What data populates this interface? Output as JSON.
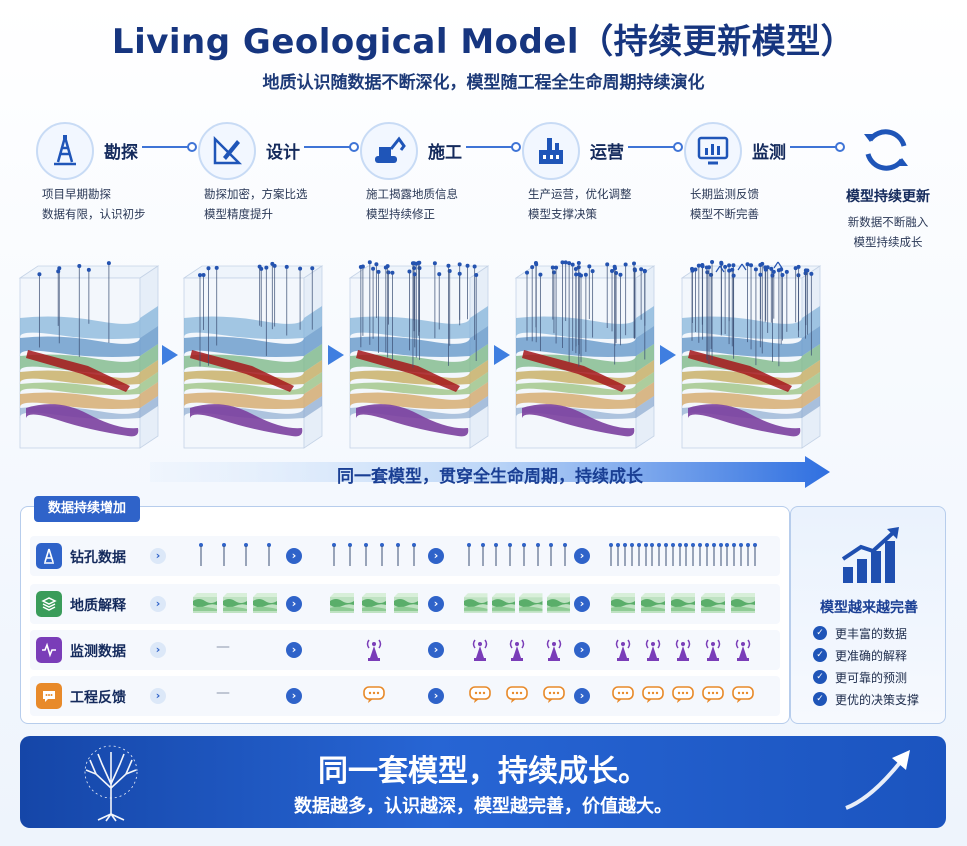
{
  "header": {
    "title": "Living Geological Model（持续更新模型）",
    "subtitle": "地质认识随数据不断深化，模型随工程全生命周期持续演化"
  },
  "stages": [
    {
      "name": "勘探",
      "icon": "drill-rig-icon",
      "desc1": "项目早期勘探",
      "desc2": "数据有限，认识初步"
    },
    {
      "name": "设计",
      "icon": "design-pencil-icon",
      "desc1": "勘探加密，方案比选",
      "desc2": "模型精度提升"
    },
    {
      "name": "施工",
      "icon": "excavator-icon",
      "desc1": "施工揭露地质信息",
      "desc2": "模型持续修正"
    },
    {
      "name": "运营",
      "icon": "factory-icon",
      "desc1": "生产运营，优化调整",
      "desc2": "模型支撑决策"
    },
    {
      "name": "监测",
      "icon": "monitor-chart-icon",
      "desc1": "长期监测反馈",
      "desc2": "模型不断完善"
    }
  ],
  "final_stage": {
    "title": "模型持续更新",
    "desc1": "新数据不断融入",
    "desc2": "模型持续成长",
    "icon": "refresh-cycle-icon"
  },
  "band_text": "同一套模型，贯穿全生命周期，持续成长",
  "data_panel": {
    "tag": "数据持续增加",
    "rows": [
      {
        "label": "钻孔数据",
        "icon": "borehole-icon",
        "color": "#2f63c9",
        "counts": [
          4,
          6,
          8,
          22
        ]
      },
      {
        "label": "地质解释",
        "icon": "layers-icon",
        "color": "#3a9c5a",
        "counts": [
          3,
          3,
          4,
          5
        ]
      },
      {
        "label": "监测数据",
        "icon": "waveform-icon",
        "color": "#7a3db8",
        "counts": [
          0,
          1,
          3,
          5
        ]
      },
      {
        "label": "工程反馈",
        "icon": "chat-bubble-icon",
        "color": "#e88a2a",
        "counts": [
          0,
          1,
          3,
          5
        ]
      }
    ],
    "empty_mark": "—"
  },
  "result": {
    "title": "模型越来越完善",
    "items": [
      "更丰富的数据",
      "更准确的解释",
      "更可靠的预测",
      "更优的决策支撑"
    ],
    "icon": "rising-bar-chart-icon"
  },
  "banner": {
    "title": "同一套模型，持续成长。",
    "subtitle": "数据越多，认识越深，模型越完善，价值越大。",
    "icon": "tree-icon",
    "arrow_icon": "upward-arrow-icon"
  },
  "colors": {
    "primary": "#2f63c9",
    "dark_blue": "#16357f",
    "fault": "#a4161a",
    "purple_layer": "#7b3f9e"
  },
  "block_borehole_counts": [
    6,
    12,
    28,
    34,
    42
  ]
}
